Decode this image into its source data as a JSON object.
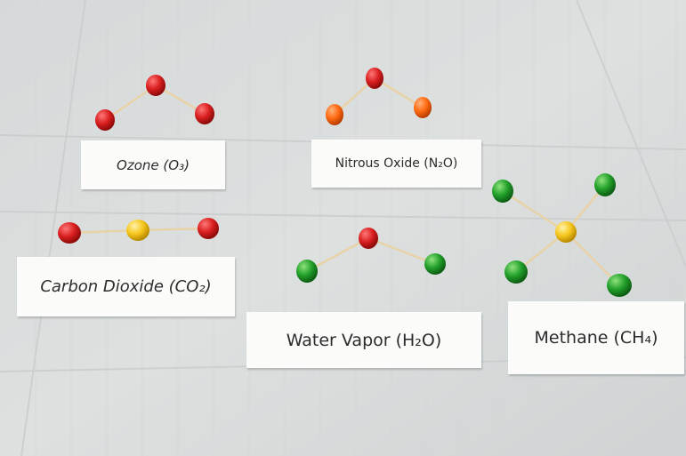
{
  "scene": {
    "background_color": "#d9dcdc",
    "stick_color": "#e8d2a8",
    "candy_colors": {
      "red": "#d91f1f",
      "orange": "#ff6a12",
      "yellow": "#f6c61d",
      "green": "#22a02a"
    }
  },
  "labels": {
    "ozone": "Ozone (O₃)",
    "nitrous_oxide": "Nitrous Oxide (N₂O)",
    "carbon_dioxide": "Carbon Dioxide (CO₂)",
    "water_vapor": "Water Vapor (H₂O)",
    "methane": "Methane (CH₄)"
  }
}
